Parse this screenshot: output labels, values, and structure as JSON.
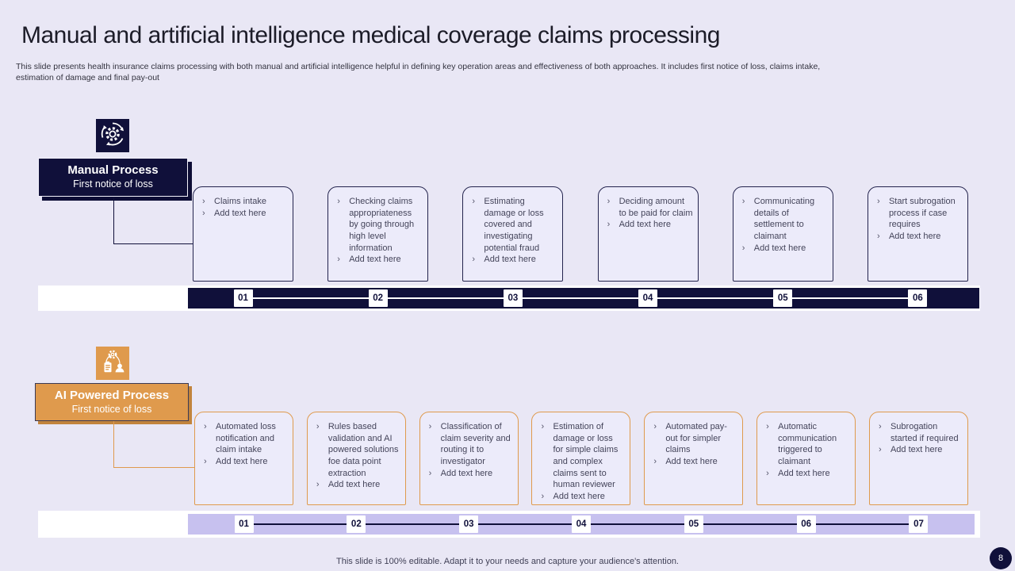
{
  "slide": {
    "title": "Manual and artificial intelligence medical coverage claims processing",
    "description": "This slide presents health insurance claims processing with both manual and artificial intelligence helpful in defining key operation areas and effectiveness of both approaches. It includes first notice of loss, claims intake, estimation of damage and final pay-out",
    "footer": "This slide is 100% editable.  Adapt it to your needs and capture your audience's attention.",
    "page_number": "8"
  },
  "colors": {
    "navy": "#10103A",
    "orange": "#DF9A4D",
    "lavender_bar": "#C7C1EF",
    "background": "#E9E7F5",
    "box_fill": "#ECEBFA"
  },
  "manual": {
    "icon": "process-gear-icon",
    "label_title": "Manual Process",
    "label_subtitle": "First notice of loss",
    "steps": [
      {
        "num": "01",
        "lines": [
          "Claims intake",
          "Add text here"
        ]
      },
      {
        "num": "02",
        "lines": [
          "Checking claims appropriateness by going through high level information",
          "Add text here"
        ]
      },
      {
        "num": "03",
        "lines": [
          "Estimating damage or loss covered and investigating potential fraud",
          "Add text here"
        ]
      },
      {
        "num": "04",
        "lines": [
          "Deciding amount to be paid for claim",
          "Add text here"
        ]
      },
      {
        "num": "05",
        "lines": [
          "Communicating details of settlement to claimant",
          "Add text here"
        ]
      },
      {
        "num": "06",
        "lines": [
          "Start subrogation process if case requires",
          "Add text here"
        ]
      }
    ]
  },
  "ai": {
    "icon": "ai-automation-icon",
    "label_title": "AI Powered Process",
    "label_subtitle": "First notice of loss",
    "steps": [
      {
        "num": "01",
        "lines": [
          "Automated loss notification and claim intake",
          "Add text here"
        ]
      },
      {
        "num": "02",
        "lines": [
          "Rules based validation and AI powered solutions foe data point extraction",
          "Add text here"
        ]
      },
      {
        "num": "03",
        "lines": [
          "Classification of claim severity and routing it to investigator",
          "Add text here"
        ]
      },
      {
        "num": "04",
        "lines": [
          "Estimation of damage or loss for simple claims and complex claims sent to human reviewer",
          "Add text here"
        ]
      },
      {
        "num": "05",
        "lines": [
          "Automated pay-out for simpler claims",
          "Add text here"
        ]
      },
      {
        "num": "06",
        "lines": [
          "Automatic communication triggered to claimant",
          "Add text here"
        ]
      },
      {
        "num": "07",
        "lines": [
          "Subrogation started if required",
          "Add text here"
        ]
      }
    ]
  },
  "bullet_marker": "›"
}
